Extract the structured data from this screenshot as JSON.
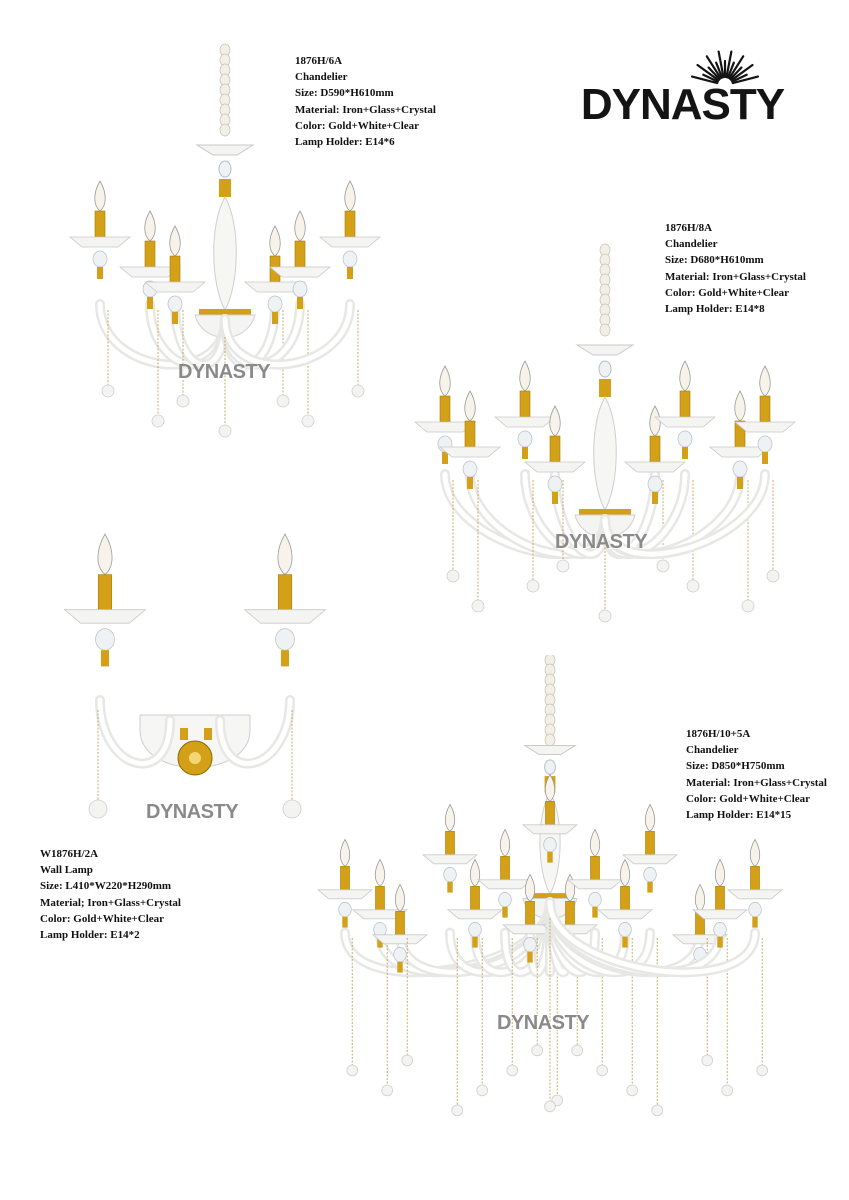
{
  "brand": {
    "logo_text": "DYNASTY",
    "watermark_text": "DYNASTY"
  },
  "products": [
    {
      "code": "1876H/6A",
      "type": "Chandelier",
      "size": "Size: D590*H610mm",
      "material": "Material: Iron+Glass+Crystal",
      "color": "Color: Gold+White+Clear",
      "lamp_holder": "Lamp Holder: E14*6"
    },
    {
      "code": "1876H/8A",
      "type": "Chandelier",
      "size": "Size: D680*H610mm",
      "material": "Material: Iron+Glass+Crystal",
      "color": "Color: Gold+White+Clear",
      "lamp_holder": "Lamp Holder: E14*8"
    },
    {
      "code": "1876H/10+5A",
      "type": "Chandelier",
      "size": "Size: D850*H750mm",
      "material": "Material: Iron+Glass+Crystal",
      "color": "Color: Gold+White+Clear",
      "lamp_holder": "Lamp Holder: E14*15"
    },
    {
      "code": "W1876H/2A",
      "type": "Wall Lamp",
      "size": "Size: L410*W220*H290mm",
      "material": "Material; Iron+Glass+Crystal",
      "color": "Color: Gold+White+Clear",
      "lamp_holder": "Lamp Holder: E14*2"
    }
  ],
  "colors": {
    "text": "#111111",
    "gold": "#d4a017",
    "white_glass": "#f4f4f2",
    "watermark": "#8a8a8a"
  }
}
